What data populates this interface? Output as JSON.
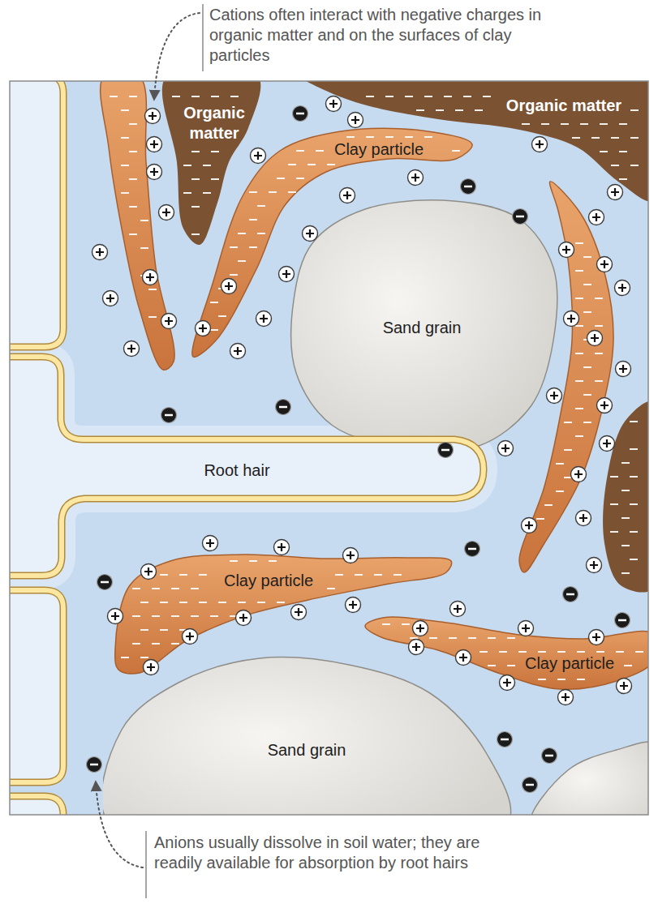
{
  "diagram": {
    "nodes": [
      {
        "text": [
          "Organic matter"
        ]
      },
      {
        "text": [
          "Organic matter"
        ]
      },
      {
        "text": [
          "Clay particle"
        ]
      },
      {
        "text": [
          "Sand grain"
        ]
      },
      {
        "text": [
          "Root hair"
        ]
      },
      {
        "text": [
          "Clay particle"
        ]
      },
      {
        "text": [
          "Clay particle"
        ]
      },
      {
        "text": [
          "Sand grain"
        ]
      }
    ],
    "labels": [
      "Cations often interact with negative charges in organic matter and on the surfaces of clay particles",
      "Anions usually dissolve in soil water; they are readily available for absorption by root hairs"
    ]
  }
}
